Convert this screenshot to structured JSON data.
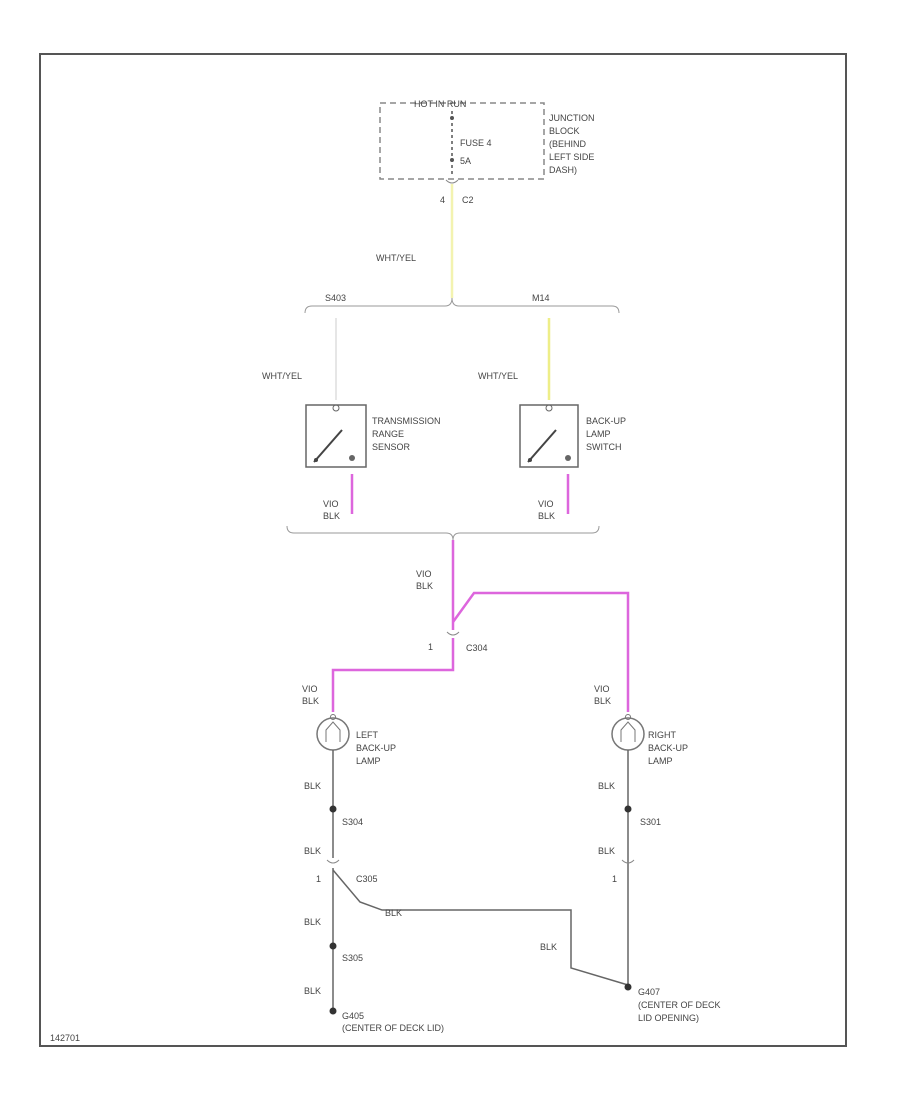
{
  "colors": {
    "border": "#555555",
    "wire_whtyel": "#f3f3b0",
    "wire_whtyel_bright": "#eeee88",
    "wire_vioblk": "#dd66dd",
    "wire_blk": "#666666",
    "wire_thin": "#bbbbbb"
  },
  "junction_block": {
    "header": "HOT IN RUN",
    "fuse": "FUSE 4",
    "fuse_rating": "5A",
    "label": [
      "JUNCTION",
      "BLOCK",
      "(BEHIND",
      "LEFT SIDE",
      "DASH)"
    ],
    "pin": "4",
    "connector": "C2"
  },
  "wires": {
    "main_feed": "WHT/YEL",
    "splice_left": "S403",
    "splice_right": "M14",
    "left_feed": "WHT/YEL",
    "right_feed": "WHT/YEL",
    "left_out": [
      "VIO",
      "BLK"
    ],
    "right_out": [
      "VIO",
      "BLK"
    ],
    "trunk": [
      "VIO",
      "BLK"
    ],
    "left_lamp_feed": [
      "VIO",
      "BLK"
    ],
    "right_lamp_feed": [
      "VIO",
      "BLK"
    ],
    "blk1": "BLK",
    "blk2": "BLK",
    "blk3": "BLK",
    "blk4": "BLK",
    "blk5": "BLK",
    "blk6": "BLK",
    "blk7": "BLK",
    "blk8": "BLK"
  },
  "components": {
    "range_sensor": [
      "TRANSMISSION",
      "RANGE",
      "SENSOR"
    ],
    "backup_switch": [
      "BACK-UP",
      "LAMP",
      "SWITCH"
    ],
    "left_lamp": [
      "LEFT",
      "BACK-UP",
      "LAMP"
    ],
    "right_lamp": [
      "RIGHT",
      "BACK-UP",
      "LAMP"
    ]
  },
  "connectors": {
    "c304_pin": "1",
    "c304": "C304",
    "s304": "S304",
    "s305": "S305",
    "c305_pin": "1",
    "c305": "C305",
    "c306_pin": "1",
    "s301": "S301"
  },
  "grounds": {
    "g405": [
      "G405",
      "(CENTER OF DECK LID)"
    ],
    "g407": [
      "G407",
      "(CENTER OF DECK",
      "LID OPENING)"
    ]
  },
  "figure_id": "142701"
}
